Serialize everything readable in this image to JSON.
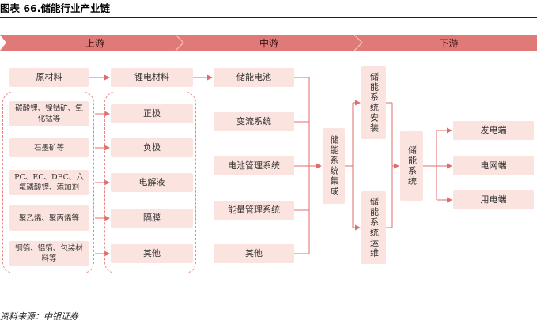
{
  "figure": {
    "caption": "图表 66.储能行业产业链",
    "source": "资料来源：中银证券"
  },
  "stages": {
    "upstream": "上游",
    "midstream": "中游",
    "downstream": "下游"
  },
  "raw_materials": {
    "header": "原材料",
    "items": [
      "碳酸锂、镍钴矿、氧化锰等",
      "石墨矿等",
      "PC、EC、DEC、六氟磷酸锂、添加剂",
      "聚乙烯、聚丙烯等",
      "铜箔、铝箔、包装材料等"
    ]
  },
  "battery_materials": {
    "header": "锂电材料",
    "items": [
      "正极",
      "负极",
      "电解液",
      "隔膜",
      "其他"
    ]
  },
  "components": {
    "items": [
      "储能电池",
      "变流系统",
      "电池管理系统",
      "能量管理系统",
      "其他"
    ]
  },
  "integration": "储能系统集成",
  "installation": "储能系统安装",
  "operation": "储能系统运维",
  "application": "储能系统",
  "endpoints": {
    "items": [
      "发电端",
      "电网端",
      "用电端"
    ]
  },
  "colors": {
    "stage_bar": "#e07a78",
    "box_fill": "#fbe3df",
    "dashed_border": "#e58888",
    "arrow": "#e06d6d"
  }
}
